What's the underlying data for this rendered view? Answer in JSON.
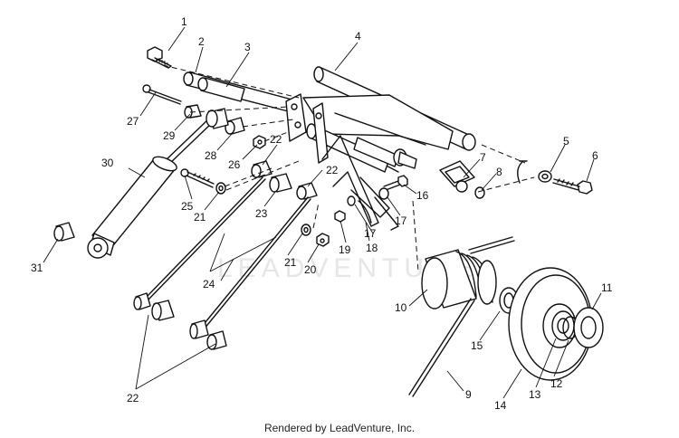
{
  "footer": "Rendered by LeadVenture, Inc.",
  "watermark": "LEADVENTURE",
  "callouts": [
    "1",
    "2",
    "3",
    "4",
    "27",
    "29",
    "28",
    "26",
    "22",
    "22",
    "30",
    "25",
    "21",
    "23",
    "21",
    "20",
    "19",
    "17",
    "18",
    "16",
    "17",
    "7",
    "8",
    "5",
    "6",
    "24",
    "31",
    "10",
    "15",
    "9",
    "14",
    "13",
    "12",
    "11",
    "22"
  ]
}
